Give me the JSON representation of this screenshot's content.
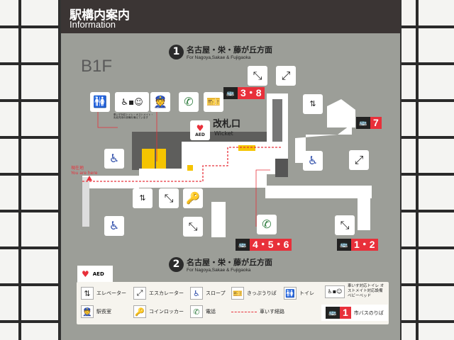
{
  "header": {
    "title_jp": "駅構内案内",
    "title_en": "Information"
  },
  "floor": "B1F",
  "directions": [
    {
      "number": "1",
      "jp": "名古屋・栄・藤が丘方面",
      "en": "For Nagoya,Sakae & Fujigaoka"
    },
    {
      "number": "2",
      "jp": "名古屋・栄・藤が丘方面",
      "en": "For Nagoya,Sakae & Fujigaoka"
    }
  ],
  "map": {
    "wicket_jp": "改札口",
    "wicket_en": "Wicket",
    "aed": "AED",
    "you_are_here_jp": "現在地",
    "you_are_here_en": "You are here",
    "bus_stops": [
      "3・8",
      "7",
      "4・5・6",
      "1・2"
    ],
    "accessible_toilet_note": "車いす対応トイレ・オストメイト・乳幼児用の設備を備えています"
  },
  "legend": {
    "aed": "AED",
    "items": [
      {
        "icon": "elevator-icon",
        "label": "エレベーター"
      },
      {
        "icon": "escalator-icon",
        "label": "エスカレーター"
      },
      {
        "icon": "slope-icon",
        "label": "スロープ"
      },
      {
        "icon": "ticket-office-icon",
        "label": "きっぷうりば"
      },
      {
        "icon": "toilet-icon",
        "label": "トイレ"
      },
      {
        "icon": "accessible-toilet-icon",
        "label": "車いす対応トイレ オストメイト対応設備 ベビーベッド"
      },
      {
        "icon": "station-master-icon",
        "label": "駅長室"
      },
      {
        "icon": "coin-locker-icon",
        "label": "コインロッカー"
      },
      {
        "icon": "phone-icon",
        "label": "電話"
      },
      {
        "icon": "wheelchair-route-line",
        "label": "車いす経路"
      },
      {
        "icon": "bus-icon",
        "label": "市バスのりば",
        "number": "1"
      }
    ]
  },
  "colors": {
    "accent_red": "#e8303a",
    "header": "#3b3534",
    "map_bg": "#9c9e98",
    "facility_yellow": "#f5c400"
  }
}
